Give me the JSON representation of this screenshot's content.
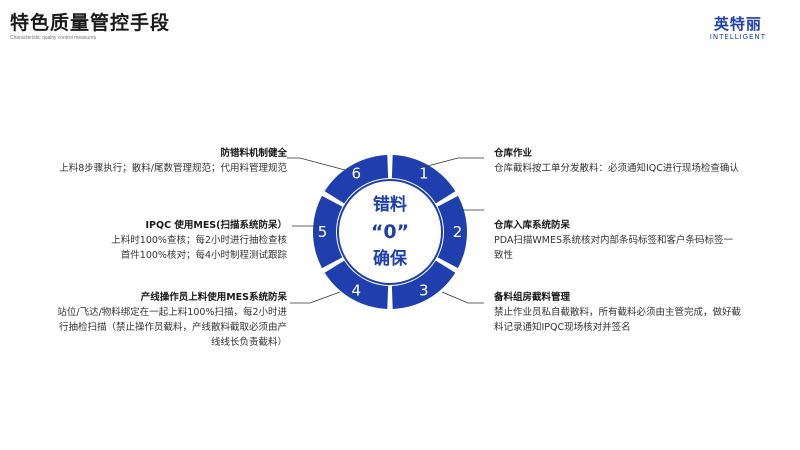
{
  "header": {
    "title": "特色质量管控手段",
    "subtitle": "Characteristic quality control measures",
    "logo_cn": "英特丽",
    "logo_en": "INTELLIGENT"
  },
  "center": {
    "line1": "错料",
    "line2": "“0”",
    "line3": "确保"
  },
  "segments": [
    "1",
    "2",
    "3",
    "4",
    "5",
    "6"
  ],
  "items": [
    {
      "title": "仓库作业",
      "lines": [
        "仓库截料按工单分发散料：必须通知IQC进行现场检查确认"
      ]
    },
    {
      "title": "仓库入库系统防呆",
      "lines": [
        "PDA扫描WMES系统核对内部条码标签和客户条码标签一",
        "致性"
      ]
    },
    {
      "title": "备料组房截料管理",
      "lines": [
        "禁止作业员私自截散料，所有截料必须由主管完成，做好截",
        "料记录通知IPQC现场核对并签名"
      ]
    },
    {
      "title": "产线操作员上料使用MES系统防呆",
      "lines": [
        "站位/飞达/物料绑定在一起上料100%扫描，每2小时进",
        "行抽检扫描（禁止操作员截料，产线散料截取必须由产",
        "线线长负责截料）"
      ]
    },
    {
      "title": "IPQC 使用MES(扫描系统防呆）",
      "lines": [
        "上料时100%查核；每2小时进行抽检查核",
        "首件100%核对；每4小时制程测试跟踪"
      ]
    },
    {
      "title": "防错料机制健全",
      "lines": [
        "上料8步骤执行；散料/尾数管理规范；代用料管理规范"
      ]
    }
  ],
  "colors": {
    "segment": "#1f3fae",
    "accent": "#2d4bd1",
    "text": "#333333"
  }
}
